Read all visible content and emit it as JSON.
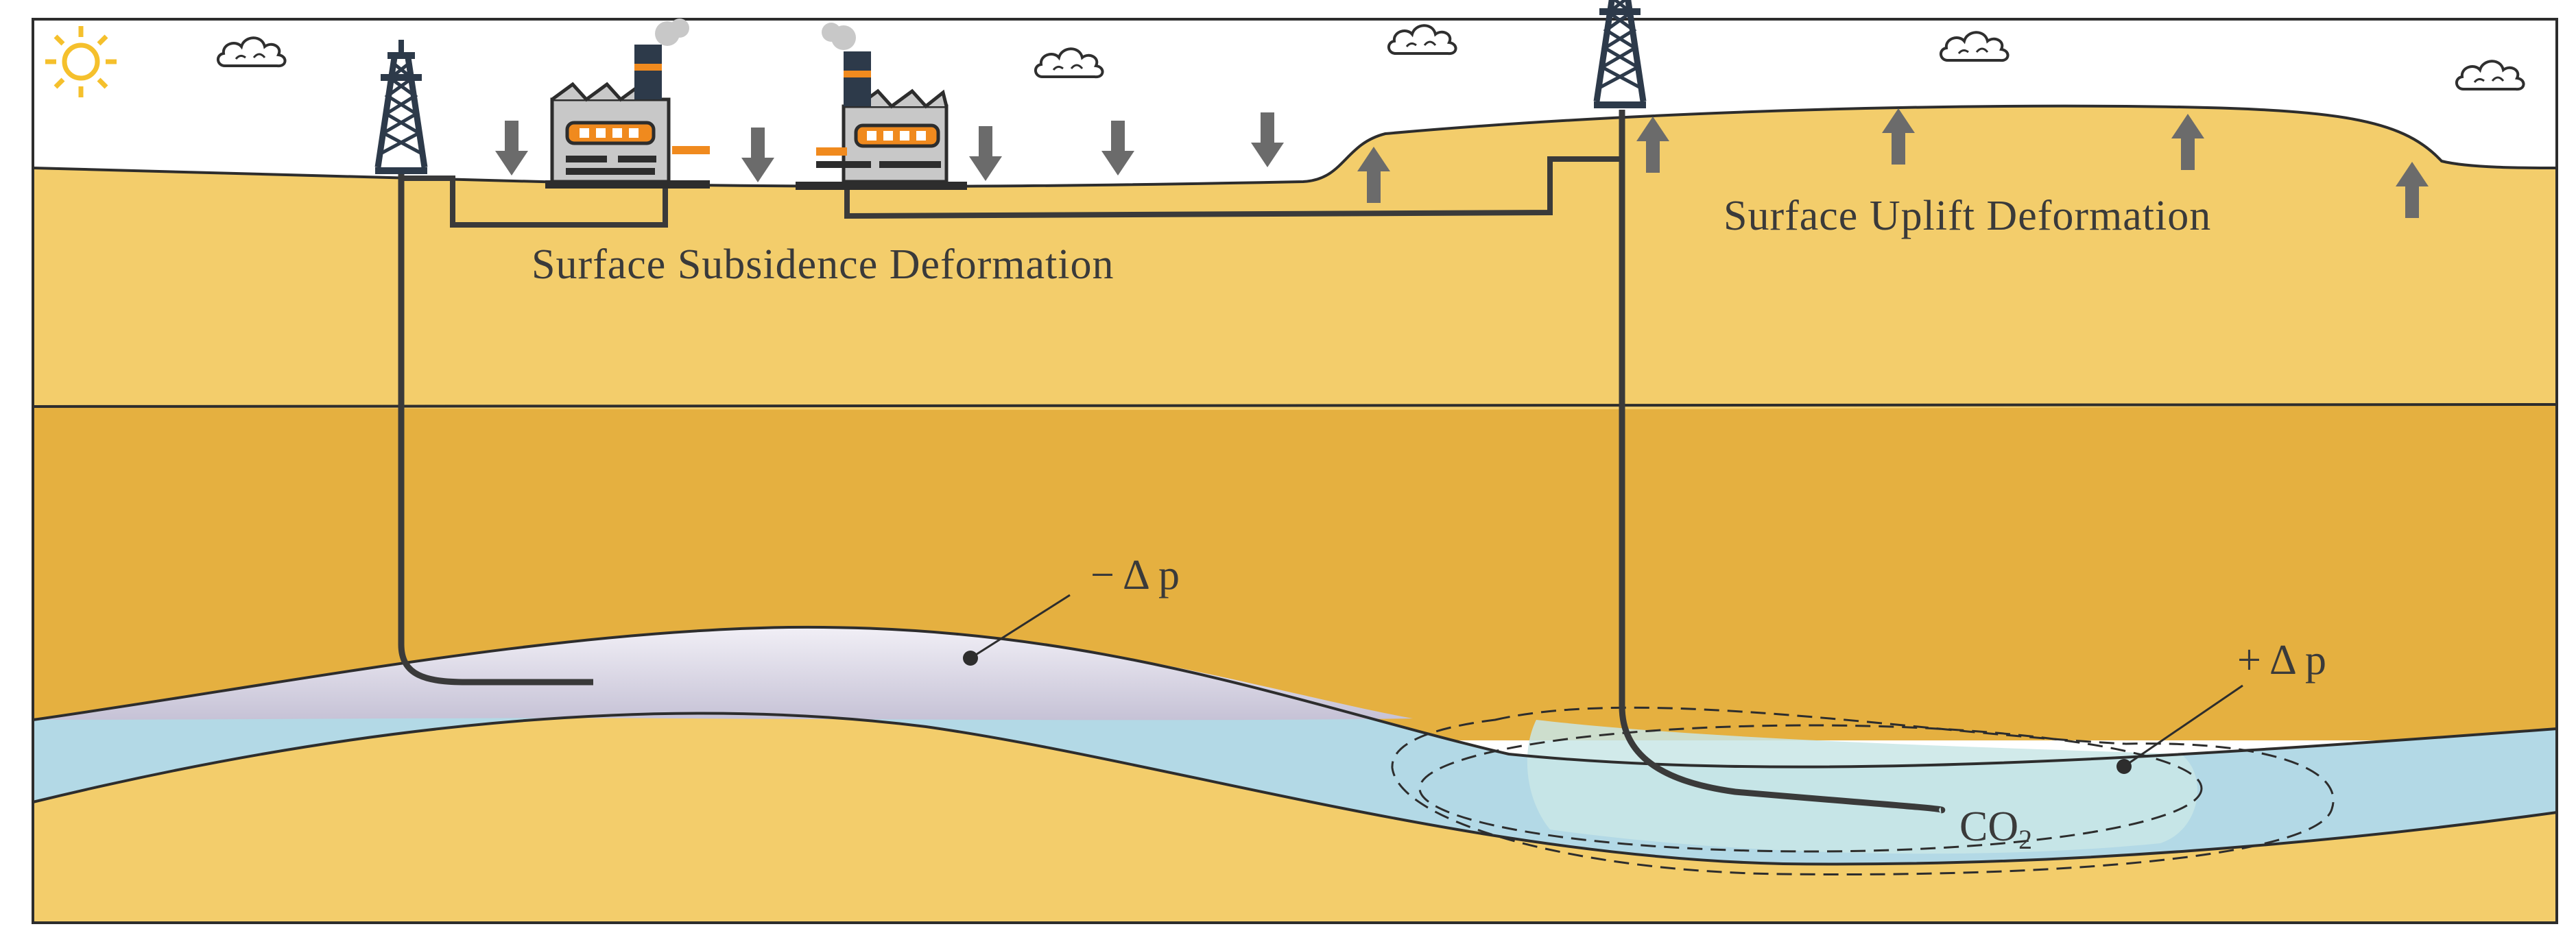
{
  "labels": {
    "subsidence": "Surface Subsidence Deformation",
    "uplift": "Surface Uplift Deformation",
    "minus_dp": "− Δ p",
    "plus_dp": "+ Δ p",
    "co2_main": "CO",
    "co2_sub": "2"
  },
  "colors": {
    "sky": "#ffffff",
    "upper_layer": "#f3cd6b",
    "middle_layer": "#e5b040",
    "lower_layer": "#f3cd6b",
    "reservoir_water": "#b3d9e6",
    "depleted_zone": "#cfcad8",
    "co2_plume": "#c9e6e6",
    "well_line": "#3a3a3a",
    "arrow": "#6b6b6b",
    "sun": "#f5c02c"
  },
  "icons": [
    "sun-icon",
    "cloud-icon",
    "oil-derrick-icon",
    "factory-icon",
    "down-arrow-icon",
    "up-arrow-icon"
  ]
}
